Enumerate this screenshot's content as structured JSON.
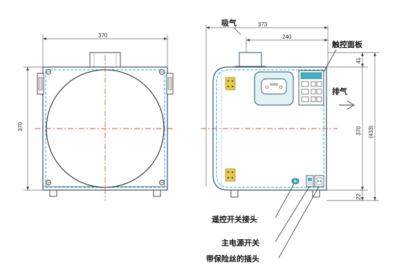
{
  "labels": {
    "intake": "吸气",
    "control_panel": "触控面板",
    "exhaust": "排气",
    "remote_connector": "遥控开关接头",
    "main_power": "主电源开关",
    "fused_socket": "带保险丝的插头"
  },
  "dimensions": {
    "front_width": "370",
    "front_height": "370",
    "side_depth_total": "373",
    "side_depth_partial": "240",
    "top_offset": "41",
    "side_body_height": "370",
    "overall_height": "(433)",
    "foot_height": "22"
  },
  "colors": {
    "outline": "#2f4f5f",
    "hidden_edge": "#27a9c7",
    "centerline": "#e04a2a",
    "panel_accent": "#3fb0c8",
    "hardware_yellow": "#e8c94a"
  }
}
